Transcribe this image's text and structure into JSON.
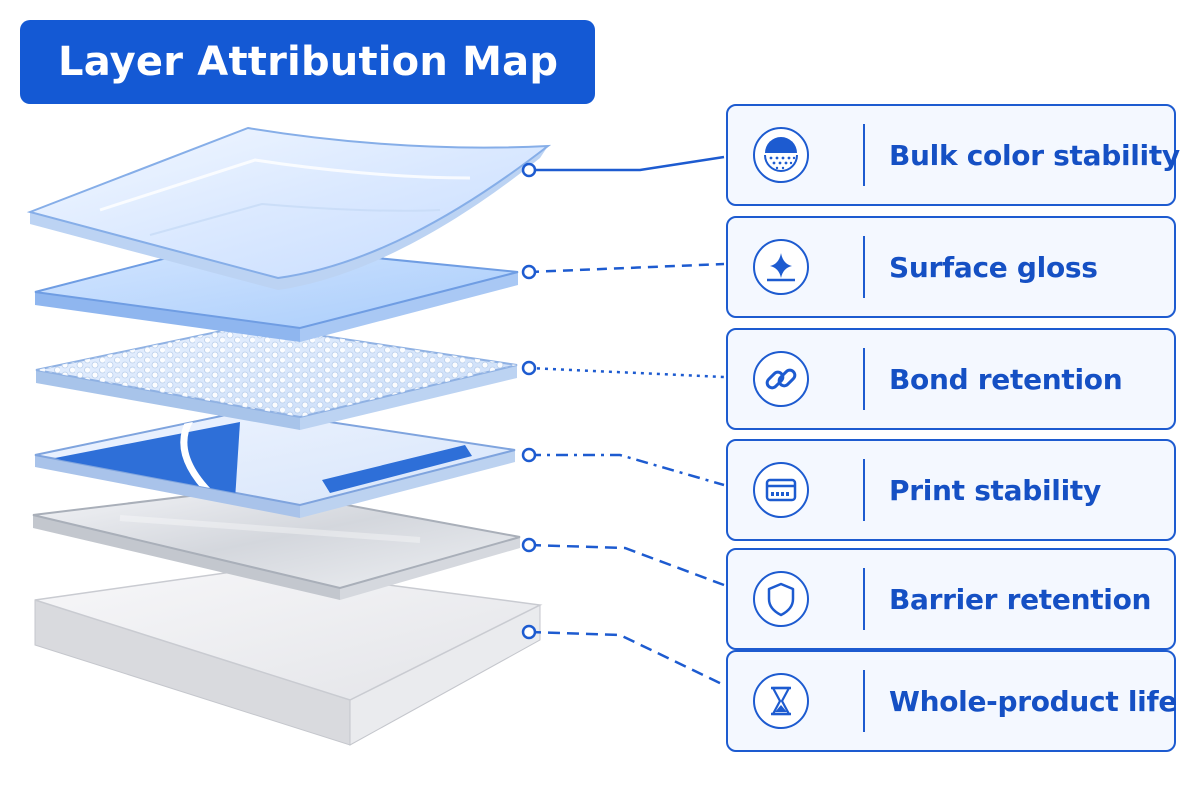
{
  "title": "Layer Attribution Map",
  "attributes": [
    {
      "label": "Bulk color stability",
      "icon": "dotted-half-circle-icon"
    },
    {
      "label": "Surface gloss",
      "icon": "sparkle-icon"
    },
    {
      "label": "Bond retention",
      "icon": "chain-link-icon"
    },
    {
      "label": "Print stability",
      "icon": "card-icon"
    },
    {
      "label": "Barrier retention",
      "icon": "shield-icon"
    },
    {
      "label": "Whole-product life",
      "icon": "hourglass-icon"
    }
  ],
  "colors": {
    "accent": "#1459d4",
    "card_border": "#1d5bd0",
    "card_fill": "#f4f8ff",
    "label_text": "#1550c4"
  }
}
